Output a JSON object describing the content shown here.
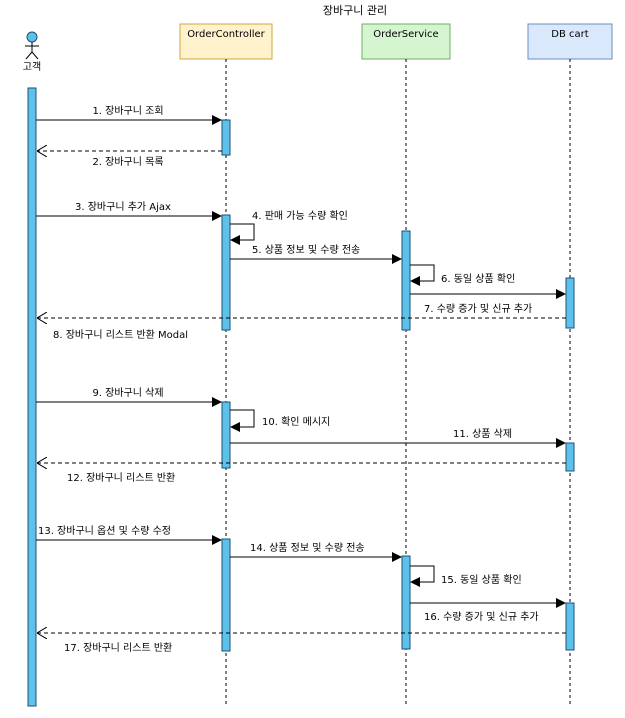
{
  "diagram": {
    "title": "장바구니 관리",
    "actor": {
      "label": "고객"
    },
    "participants": [
      {
        "id": "oc",
        "label": "OrderController",
        "fill": "#fff2cc",
        "stroke": "#c9a83c"
      },
      {
        "id": "os",
        "label": "OrderService",
        "fill": "#d5f5d0",
        "stroke": "#6fae63"
      },
      {
        "id": "db",
        "label": "DB cart",
        "fill": "#dae8fc",
        "stroke": "#6c8ebf"
      }
    ],
    "colors": {
      "activation_fill": "#5ec1ea",
      "activation_stroke": "#1a5276",
      "line": "#000000"
    },
    "messages": [
      {
        "n": "1",
        "label": "1. 장바구니 조회"
      },
      {
        "n": "2",
        "label": "2. 장바구니 목록"
      },
      {
        "n": "3",
        "label": "3. 장바구니 추가 Ajax"
      },
      {
        "n": "4",
        "label": "4. 판매 가능 수량 확인"
      },
      {
        "n": "5",
        "label": "5. 상품 정보 및 수량 전송"
      },
      {
        "n": "6",
        "label": "6. 동일 상품 확인"
      },
      {
        "n": "7",
        "label": "7. 수량 증가 및 신규 추가"
      },
      {
        "n": "8",
        "label": "8. 장바구니 리스트 반환 Modal"
      },
      {
        "n": "9",
        "label": "9. 장바구니 삭제"
      },
      {
        "n": "10",
        "label": "10. 확인 메시지"
      },
      {
        "n": "11",
        "label": "11. 상품 삭제"
      },
      {
        "n": "12",
        "label": "12. 장바구니 리스트 반환"
      },
      {
        "n": "13",
        "label": "13. 장바구니 옵션 및 수량 수정"
      },
      {
        "n": "14",
        "label": "14. 상품 정보 및 수량 전송"
      },
      {
        "n": "15",
        "label": "15. 동일 상품 확인"
      },
      {
        "n": "16",
        "label": "16. 수량 증가 및 신규 추가"
      },
      {
        "n": "17",
        "label": "17. 장바구니 리스트 반환"
      }
    ]
  }
}
